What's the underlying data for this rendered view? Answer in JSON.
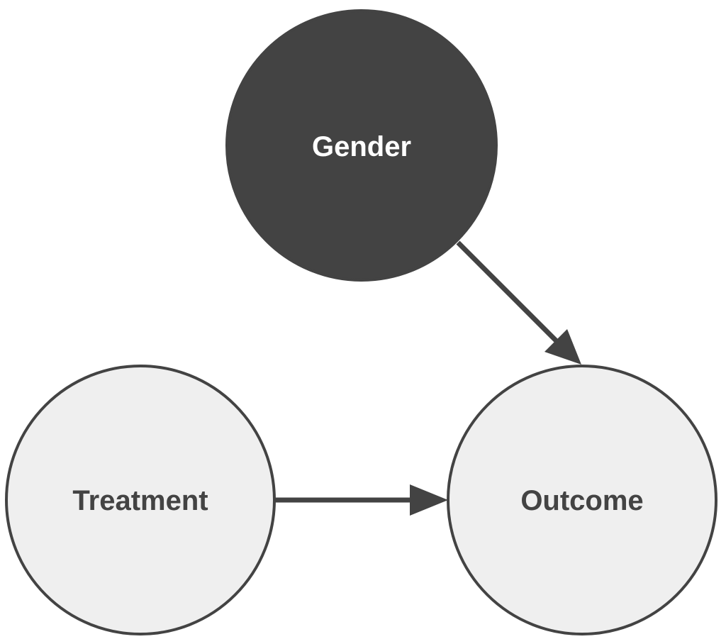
{
  "nodes": {
    "gender": {
      "label": "Gender",
      "fill": "#434343",
      "text_color": "#ffffff"
    },
    "treatment": {
      "label": "Treatment",
      "fill": "#efefef",
      "text_color": "#434343"
    },
    "outcome": {
      "label": "Outcome",
      "fill": "#efefef",
      "text_color": "#434343"
    }
  },
  "edges": [
    {
      "from": "Gender",
      "to": "Outcome"
    },
    {
      "from": "Treatment",
      "to": "Outcome"
    }
  ],
  "colors": {
    "stroke": "#434343",
    "background": "#ffffff"
  }
}
